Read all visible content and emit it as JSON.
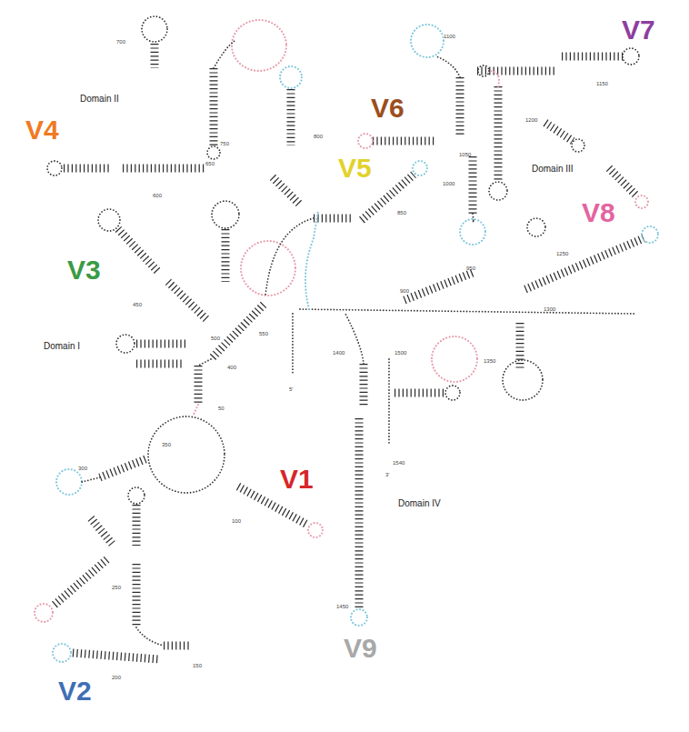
{
  "diagram": {
    "nodes": [
      {
        "text": [
          "Domain II"
        ]
      },
      {
        "text": [
          "V4"
        ],
        "in": 0
      },
      {
        "text": [
          "V5"
        ],
        "in": 0
      },
      {
        "text": [
          "Domain III"
        ]
      },
      {
        "text": [
          "V7"
        ],
        "in": 3
      },
      {
        "text": [
          "V6"
        ],
        "in": 3
      },
      {
        "text": [
          "V8"
        ],
        "in": 3
      },
      {
        "text": [
          "Domain I"
        ]
      },
      {
        "text": [
          "V3"
        ],
        "in": 7
      },
      {
        "text": [
          "V1"
        ],
        "in": 7
      },
      {
        "text": [
          "V2"
        ],
        "in": 7
      },
      {
        "text": [
          "Domain IV"
        ]
      },
      {
        "text": [
          "V9"
        ],
        "in": 11
      }
    ],
    "edges": [],
    "labels": [
      "700",
      "750",
      "800",
      "650",
      "600",
      "850",
      "900",
      "1100",
      "1150",
      "1200",
      "1050",
      "1000",
      "950",
      "1250",
      "1300",
      "1350",
      "1400",
      "1500",
      "1540",
      "3'",
      "1450",
      "450",
      "500",
      "550",
      "400",
      "5'",
      "50",
      "350",
      "300",
      "100",
      "250",
      "150",
      "200"
    ]
  }
}
